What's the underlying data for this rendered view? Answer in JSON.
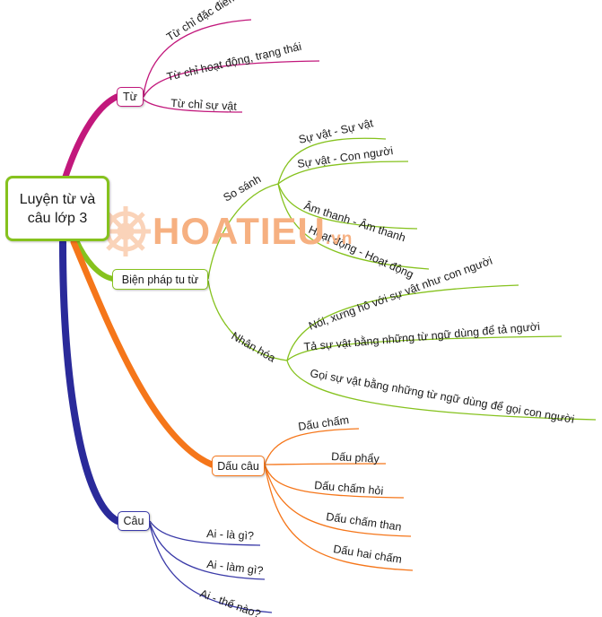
{
  "root": {
    "line1": "Luyện từ và",
    "line2": "câu lớp 3"
  },
  "watermark": {
    "brand": "HOATIEU",
    "suffix": ".vn"
  },
  "colors": {
    "tu": "#c2187c",
    "bien_phap": "#86c21e",
    "dau_cau": "#f5761a",
    "cau": "#3a3aa8",
    "watermark": "#f6b081"
  },
  "branches": {
    "tu": {
      "label": "Từ",
      "items": [
        "Từ chỉ đặc điểm",
        "Từ chỉ hoạt động, trạng thái",
        "Từ chỉ sự vật"
      ]
    },
    "bien_phap": {
      "label": "Biện pháp tu từ",
      "so_sanh": {
        "label": "So sánh",
        "items": [
          "Sự vật - Sự vật",
          "Sự vật - Con người",
          "Âm thanh - Âm thanh",
          "Hoạt động - Hoạt động"
        ]
      },
      "nhan_hoa": {
        "label": "Nhân hóa",
        "items": [
          "Nói, xưng hô với sự vật như con người",
          "Tả sự vật bằng những từ ngữ dùng để tả người",
          "Gọi sự vật bằng những từ ngữ dùng để gọi con người"
        ]
      }
    },
    "dau_cau": {
      "label": "Dấu câu",
      "items": [
        "Dấu chấm",
        "Dấu phẩy",
        "Dấu chấm hỏi",
        "Dấu chấm than",
        "Dấu hai chấm"
      ]
    },
    "cau": {
      "label": "Câu",
      "items": [
        "Ai - là gì?",
        "Ai - làm gì?",
        "Ai - thế nào?"
      ]
    }
  }
}
